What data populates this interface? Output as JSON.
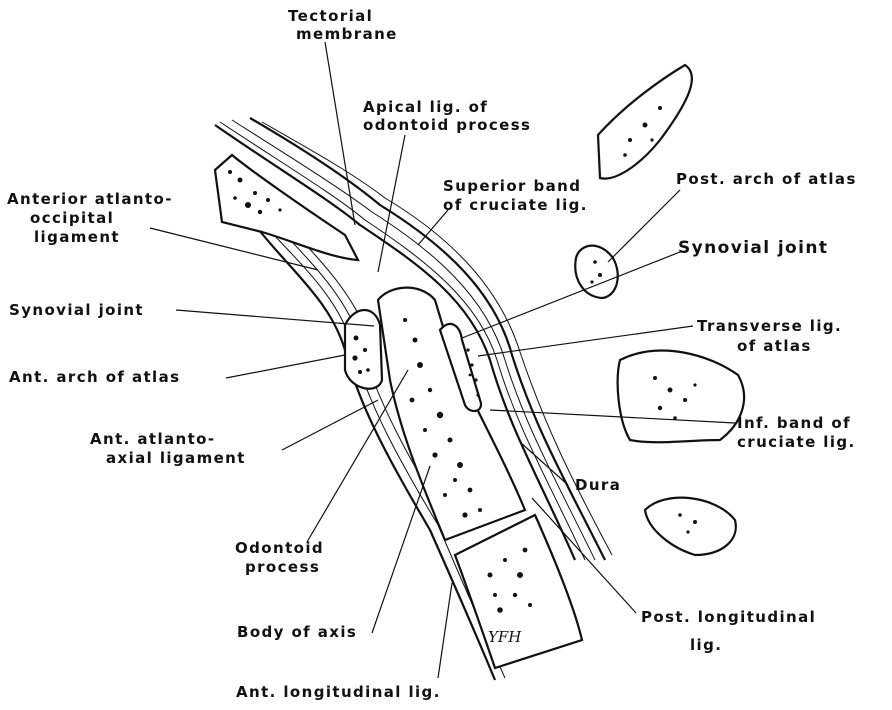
{
  "labels": {
    "tectorial_line1": "Tectorial",
    "tectorial_line2": "membrane",
    "apical_line1": "Apical lig. of",
    "apical_line2": "odontoid process",
    "superior_band_line1": "Superior band",
    "superior_band_line2": "of cruciate lig.",
    "post_arch_atlas": "Post. arch of atlas",
    "anterior_ao_line1": "Anterior atlanto-",
    "anterior_ao_line2": "occipital",
    "anterior_ao_line3": "ligament",
    "synovial_joint_right": "Synovial joint",
    "synovial_joint_left": "Synovial joint",
    "transverse_line1": "Transverse lig.",
    "transverse_line2": "of atlas",
    "ant_arch_atlas": "Ant. arch of atlas",
    "inf_band_line1": "Inf. band of",
    "inf_band_line2": "cruciate lig.",
    "ant_aa_line1": "Ant. atlanto-",
    "ant_aa_line2": "axial ligament",
    "dura": "Dura",
    "odontoid_line1": "Odontoid",
    "odontoid_line2": "process",
    "body_of_axis": "Body of axis",
    "post_long_line1": "Post. longitudinal",
    "post_long_line2": "lig.",
    "ant_long": "Ant. longitudinal lig.",
    "signature": "YFH"
  }
}
